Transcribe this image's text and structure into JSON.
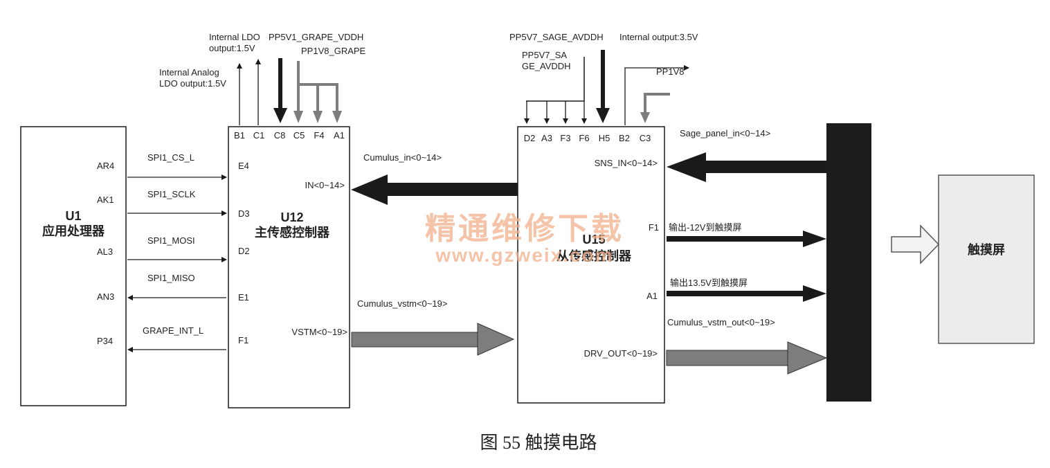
{
  "caption": "图 55   触摸电路",
  "watermark": {
    "cn": "精通维修下载",
    "url": "www.gzweix.com"
  },
  "u1": {
    "ref": "U1",
    "name": "应用处理器",
    "pins": [
      "AR4",
      "AK1",
      "AL3",
      "AN3",
      "P34"
    ]
  },
  "u12": {
    "ref": "U12",
    "name": "主传感控制器",
    "top_pins": [
      "B1",
      "C1",
      "C8",
      "C5",
      "F4",
      "A1"
    ],
    "left_pins": [
      "E4",
      "D3",
      "D2",
      "E1",
      "F1"
    ],
    "right_pins": [
      "IN<0~14>",
      "VSTM<0~19>"
    ],
    "power_labels": [
      "Internal Analog",
      "LDO output:1.5V",
      "Internal LDO",
      "output:1.5V",
      "PP5V1_GRAPE_VDDH",
      "PP1V8_GRAPE"
    ]
  },
  "spi_signals": [
    "SPI1_CS_L",
    "SPI1_SCLK",
    "SPI1_MOSI",
    "SPI1_MISO",
    "GRAPE_INT_L"
  ],
  "u15": {
    "ref": "U15",
    "name": "从传感控制器",
    "top_pins": [
      "D2",
      "A3",
      "F3",
      "F6",
      "H5",
      "B2",
      "C3"
    ],
    "right_pins": [
      "SNS_IN<0~14>",
      "F1",
      "A1",
      "DRV_OUT<0~19>"
    ],
    "power_labels": [
      "PP5V7_SAGE_AVDDH",
      "Internal output:3.5V",
      "PP5V7_SA",
      "GE_AVDDH",
      "PP1V8"
    ]
  },
  "mid_signals": [
    "Cumulus_in<0~14>",
    "Cumulus_vstm<0~19>"
  ],
  "right_signals": [
    "Sage_panel_in<0~14>",
    "输出-12V到触摸屏",
    "输出13.5V到触摸屏",
    "Cumulus_vstm_out<0~19>"
  ],
  "touchscreen": {
    "name": "触摸屏"
  },
  "colors": {
    "line": "#1a1a1a",
    "gray_arrow": "#7d7d7d",
    "connector": "#1c1c1c",
    "screen_fill": "#ececec",
    "watermark": "#f2b08a"
  }
}
